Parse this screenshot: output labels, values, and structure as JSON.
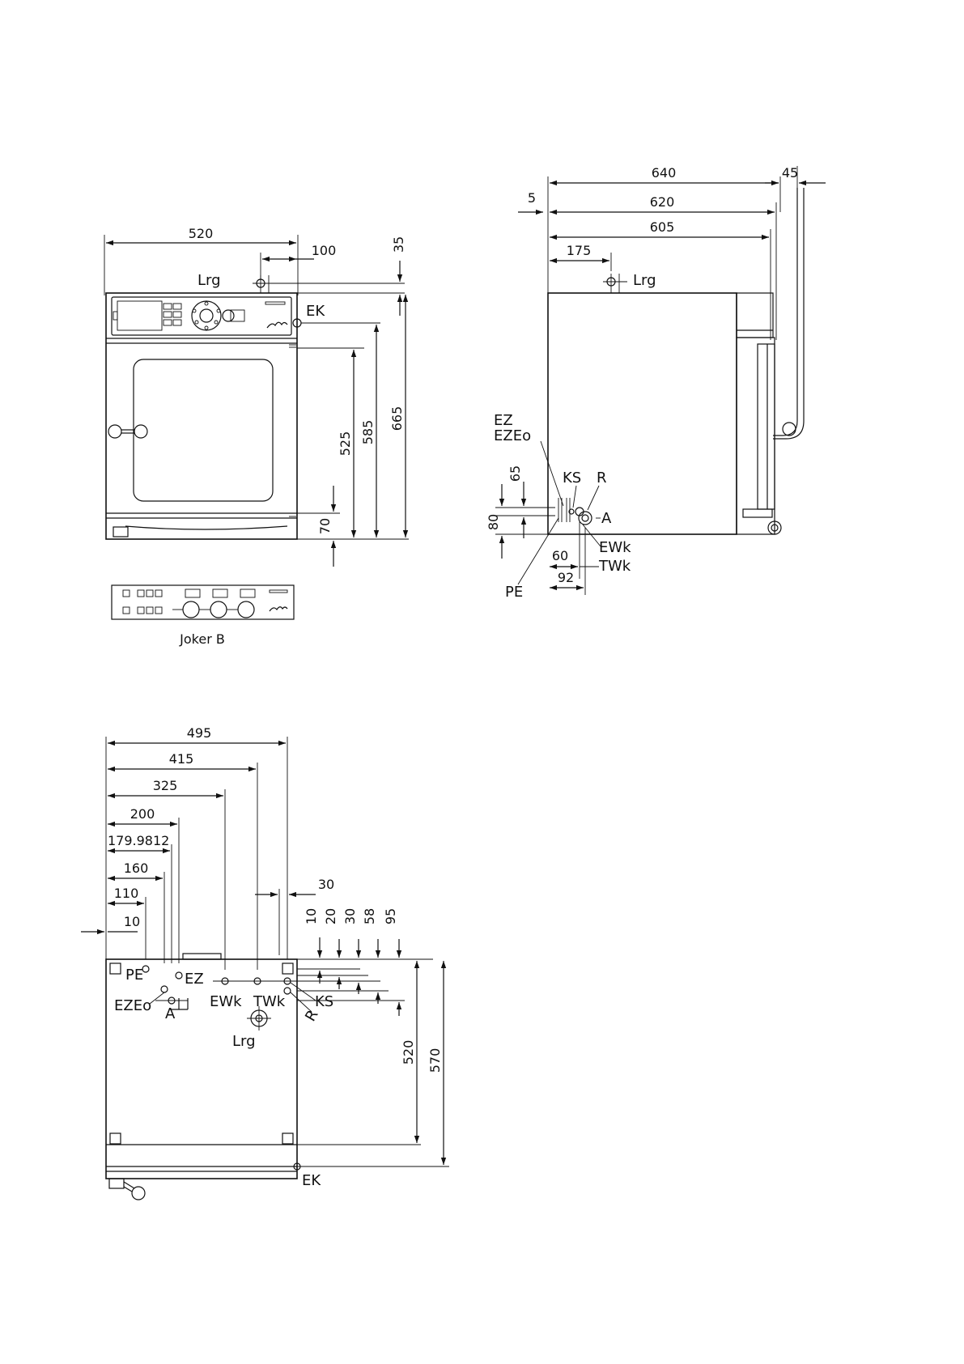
{
  "front_view": {
    "dims": {
      "width": "520",
      "lrg_offset": "100",
      "top": "35",
      "h1": "525",
      "h2": "585",
      "h3": "665",
      "bottom": "70"
    },
    "labels": {
      "lrg": "Lrg",
      "ek": "EK"
    },
    "variant_caption": "Joker B"
  },
  "side_view": {
    "dims": {
      "d640": "640",
      "d45": "45",
      "d5": "5",
      "d620": "620",
      "d605": "605",
      "d175": "175",
      "d65": "65",
      "d80": "80",
      "d60": "60",
      "d92": "92"
    },
    "labels": {
      "lrg": "Lrg",
      "ez": "EZ",
      "ezeo": "EZEo",
      "ks": "KS",
      "r": "R",
      "a": "A",
      "ewk": "EWk",
      "twk": "TWk",
      "pe": "PE"
    }
  },
  "top_view": {
    "dims": {
      "d495": "495",
      "d415": "415",
      "d325": "325",
      "d200": "200",
      "d179": "179.9812",
      "d160": "160",
      "d110": "110",
      "d10": "10",
      "d30": "30",
      "v10": "10",
      "v20": "20",
      "v30": "30",
      "v58": "58",
      "v95": "95",
      "d520": "520",
      "d570": "570"
    },
    "labels": {
      "pe": "PE",
      "ez": "EZ",
      "ezeo": "EZEo",
      "a": "A",
      "ewk": "EWk",
      "twk": "TWk",
      "ks": "KS",
      "r": "R",
      "lrg": "Lrg",
      "ek": "EK"
    }
  }
}
